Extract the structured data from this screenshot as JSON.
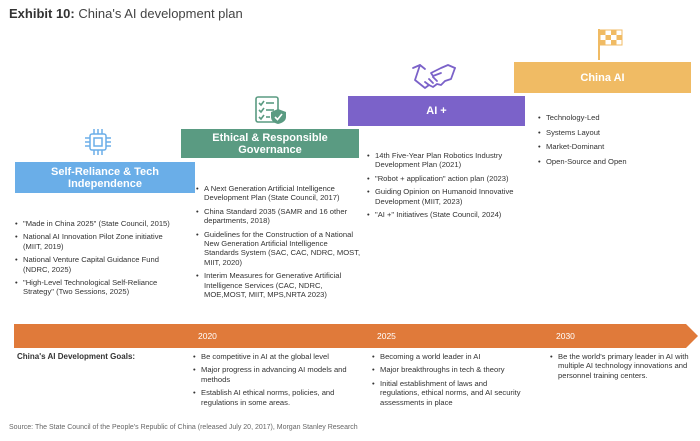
{
  "header": {
    "exhibit": "Exhibit 10:",
    "title": "China's AI development plan"
  },
  "colors": {
    "stage1": "#6aaee8",
    "stage2": "#5a9b82",
    "stage3": "#7b62c9",
    "stage4": "#f0bb64",
    "timeline": "#e07a3a"
  },
  "icons": {
    "stage1": "circuit-chip-icon",
    "stage2": "checklist-shield-icon",
    "stage3": "handshake-icon",
    "stage4": "checkered-flag-icon"
  },
  "stages": [
    {
      "label": "Self-Reliance & Tech Independence",
      "items": [
        "\"Made in China 2025\" (State Council, 2015)",
        "National AI Innovation Pilot Zone initiative (MIIT, 2019)",
        "National Venture Capital Guidance Fund (NDRC, 2025)",
        "\"High-Level Technological Self-Reliance Strategy\" (Two Sessions, 2025)"
      ]
    },
    {
      "label": "Ethical & Responsible Governance",
      "items": [
        "A Next Generation Artificial Intelligence Development Plan (State Council, 2017)",
        "China Standard 2035 (SAMR and 16 other departments, 2018)",
        "Guidelines for the Construction of a National New Generation Artificial Intelligence Standards System (SAC, CAC, NDRC, MOST, MIIT, 2020)",
        "Interim Measures for Generative Artificial Intelligence Services (CAC, NDRC, MOE,MOST, MIIT, MPS,NRTA 2023)"
      ]
    },
    {
      "label": "AI +",
      "items": [
        "14th Five-Year Plan Robotics Industry Development Plan (2021)",
        "\"Robot + application\" action plan (2023)",
        "Guiding Opinion on Humanoid Innovative Development (MIIT, 2023)",
        "\"AI +\" Initiatives (State Council, 2024)"
      ]
    },
    {
      "label": "China AI",
      "items": [
        "Technology-Led",
        "Systems Layout",
        "Market-Dominant",
        "Open-Source and Open"
      ]
    }
  ],
  "timeline": {
    "years": [
      "2020",
      "2025",
      "2030"
    ],
    "goals_label": "China's AI Development Goals:",
    "goals": [
      [
        "Be competitive in AI at the global level",
        "Major progress in advancing AI models and methods",
        "Establish AI ethical norms, policies, and regulations in some areas."
      ],
      [
        "Becoming a world leader in AI",
        "Major breakthroughs in tech & theory",
        "Initial establishment of laws and regulations, ethical norms, and AI security assessments in place"
      ],
      [
        "Be the world's primary leader in AI with multiple AI technology innovations and personnel training centers."
      ]
    ]
  },
  "source": "Source: The State Council of the People's Republic of China (released July 20, 2017), Morgan Stanley Research"
}
